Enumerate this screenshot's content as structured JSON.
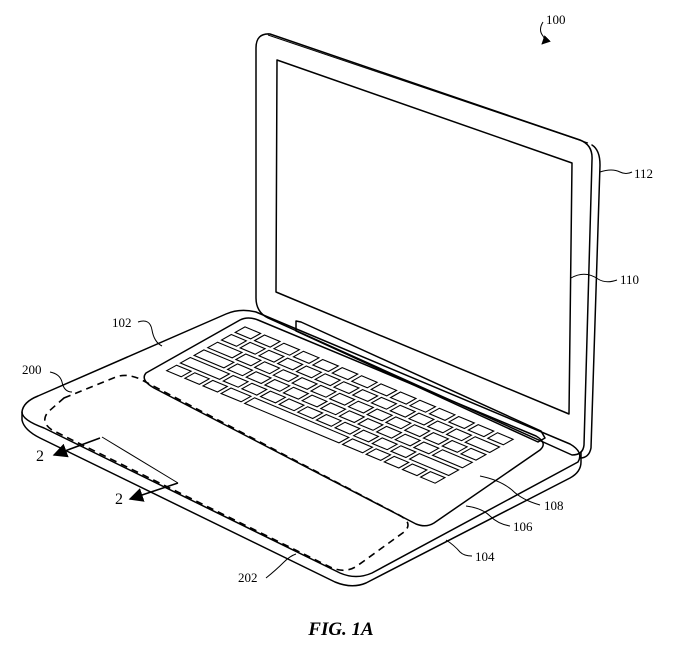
{
  "figure": {
    "caption": "FIG. 1A",
    "labels": {
      "ref_100": "100",
      "ref_112": "112",
      "ref_110": "110",
      "ref_102": "102",
      "ref_200": "200",
      "ref_108": "108",
      "ref_106": "106",
      "ref_104": "104",
      "ref_202": "202"
    },
    "section_marks": {
      "left": "2",
      "right": "2"
    }
  }
}
